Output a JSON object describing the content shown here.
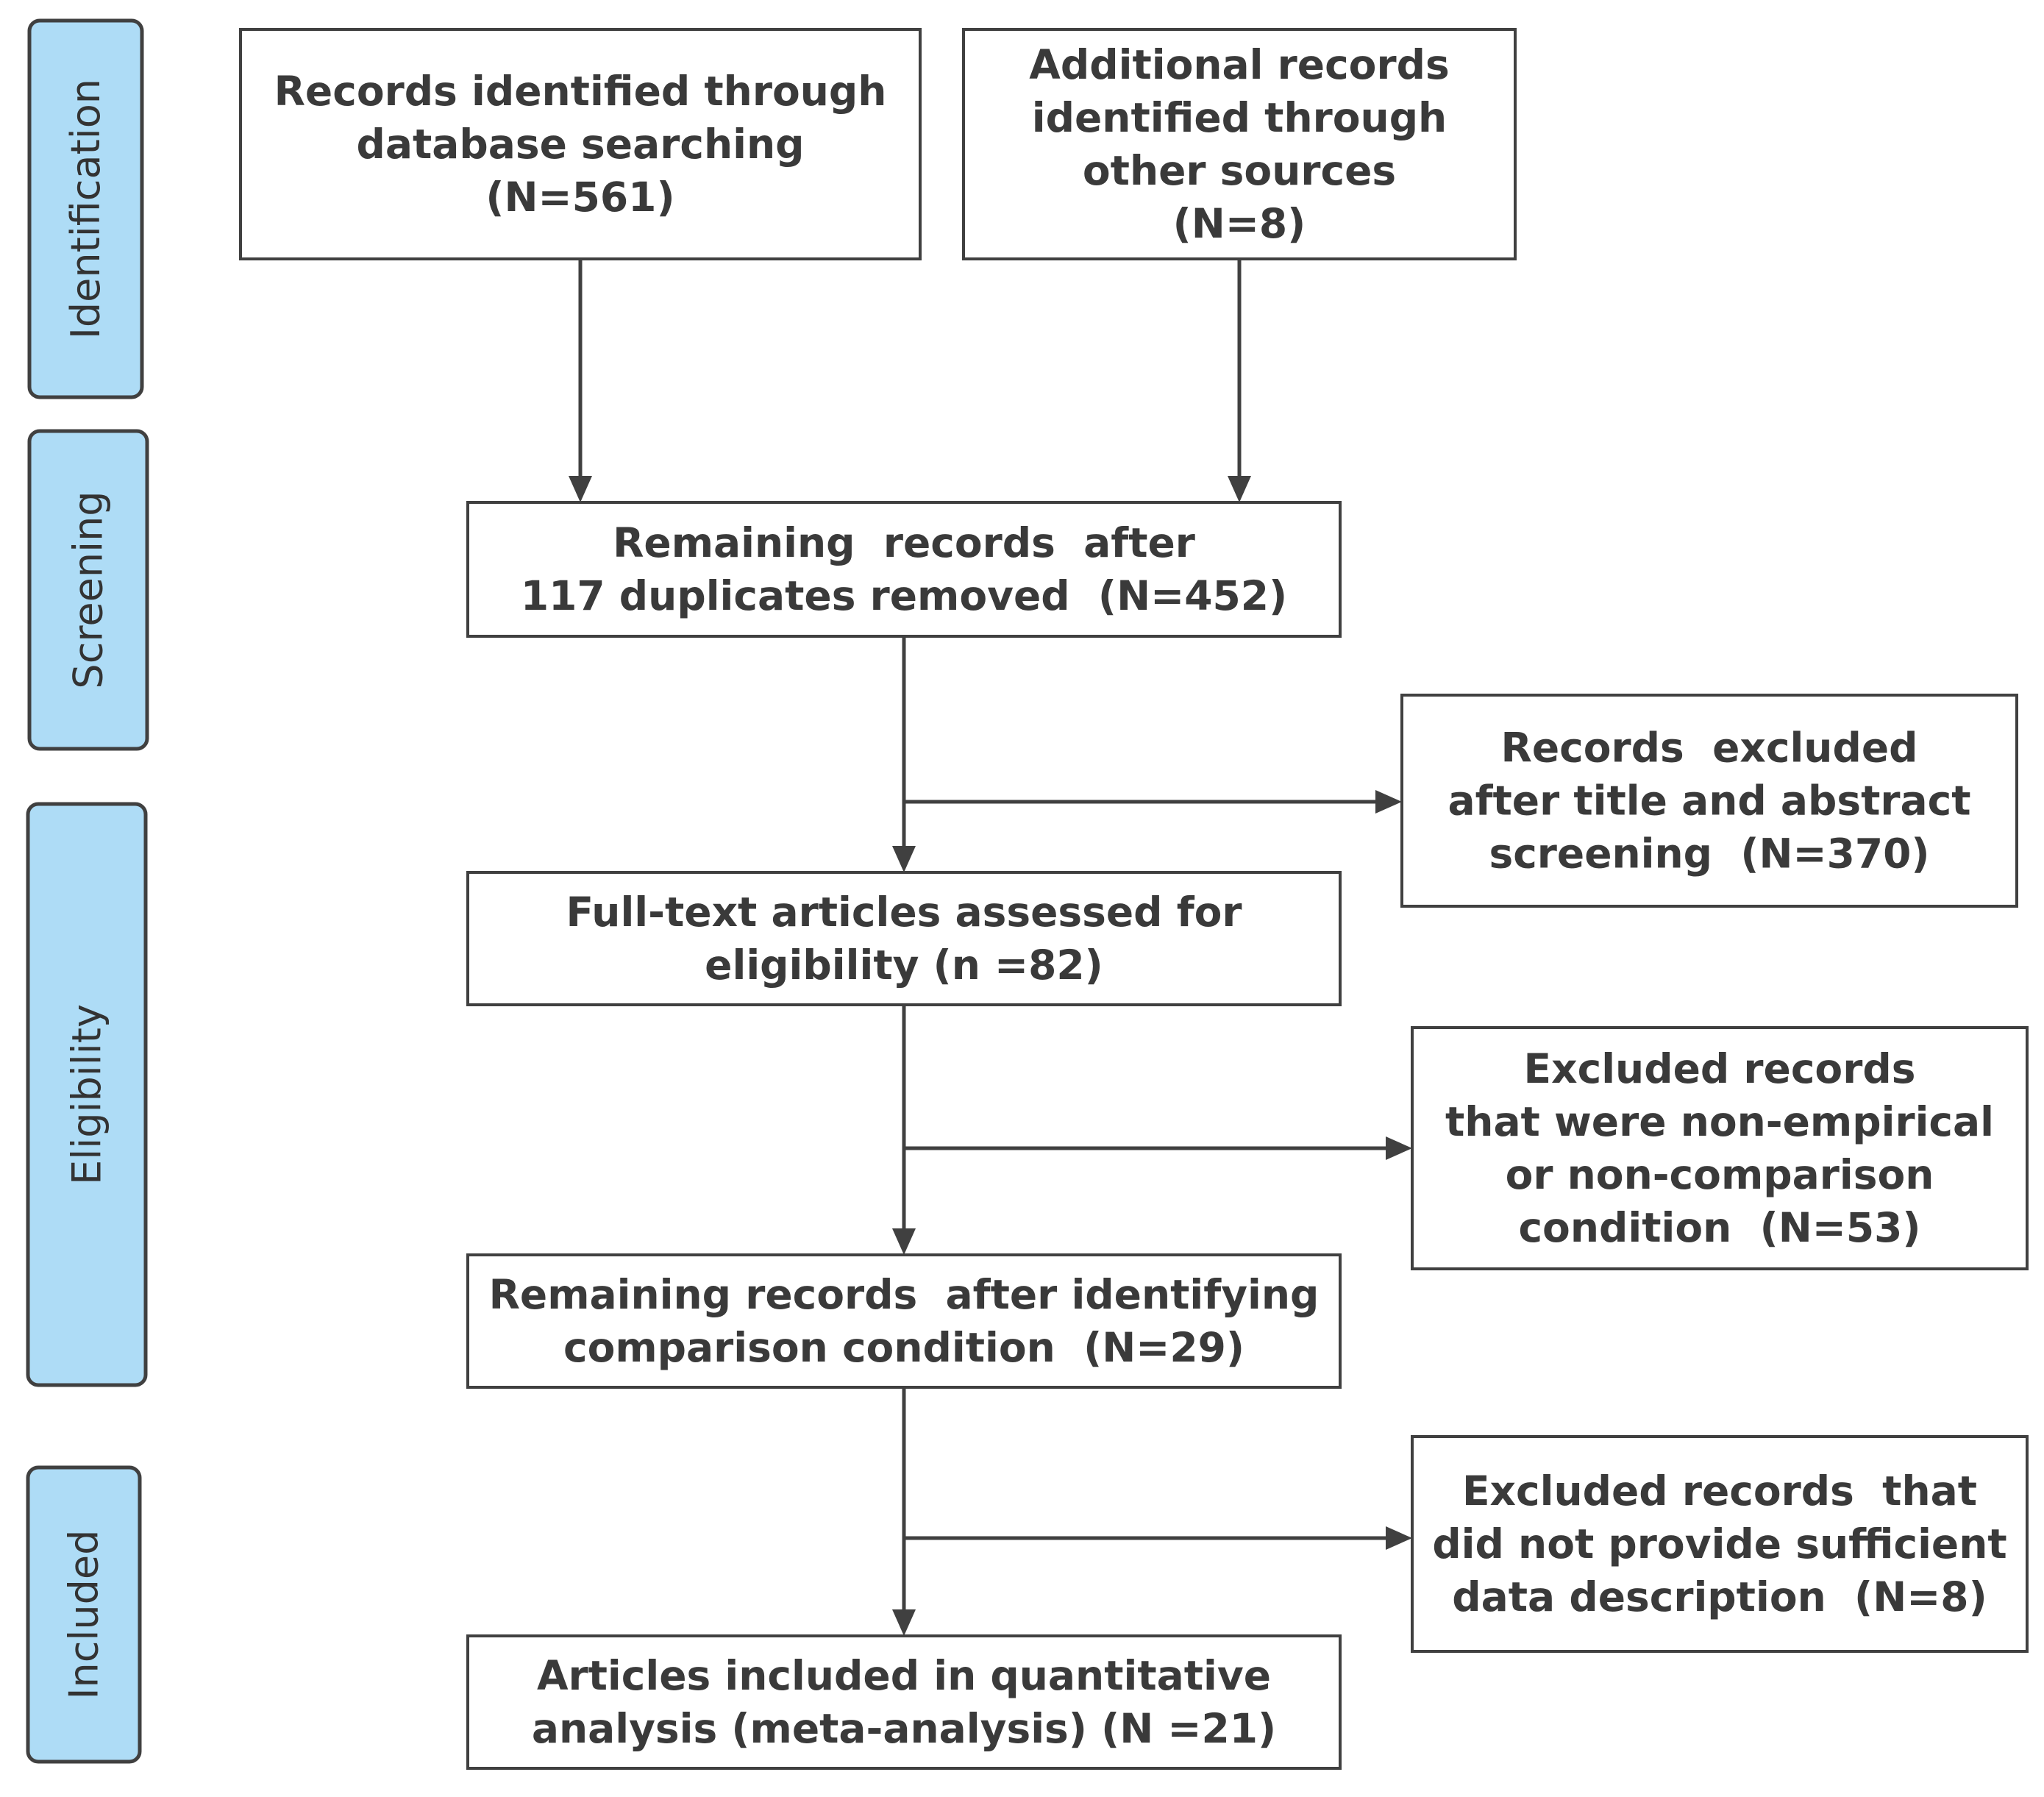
{
  "stages": [
    {
      "id": "identification",
      "label": "Identification"
    },
    {
      "id": "screening",
      "label": "Screening"
    },
    {
      "id": "eligibility",
      "label": "Eligibility"
    },
    {
      "id": "included",
      "label": "Included"
    }
  ],
  "boxes": [
    {
      "id": "database-records",
      "lines": [
        "Records identified through",
        "database searching",
        "(N=561)"
      ]
    },
    {
      "id": "other-sources",
      "lines": [
        "Additional records",
        "identified through",
        "other sources",
        "(N=8)"
      ]
    },
    {
      "id": "after-duplicates",
      "lines": [
        "Remaining  records  after",
        "117 duplicates removed  (N=452)"
      ]
    },
    {
      "id": "excluded-title-abstract",
      "lines": [
        "Records  excluded",
        "after title and abstract",
        "screening  (N=370)"
      ]
    },
    {
      "id": "full-text",
      "lines": [
        "Full-text articles assessed for",
        "eligibility (n =82)"
      ]
    },
    {
      "id": "excluded-non-empirical",
      "lines": [
        "Excluded records",
        "that were non-empirical",
        "or non-comparison",
        "condition  (N=53)"
      ]
    },
    {
      "id": "comparison-condition",
      "lines": [
        "Remaining records  after identifying",
        "comparison condition  (N=29)"
      ]
    },
    {
      "id": "excluded-insufficient",
      "lines": [
        "Excluded records  that",
        "did not provide sufficient",
        "data description  (N=8)"
      ]
    },
    {
      "id": "included-articles",
      "lines": [
        "Articles included in quantitative",
        "analysis (meta-analysis) (N =21)"
      ]
    }
  ],
  "colors": {
    "stage_fill": "#aedcf6",
    "stroke": "#404040",
    "text": "#3a3a3a"
  }
}
